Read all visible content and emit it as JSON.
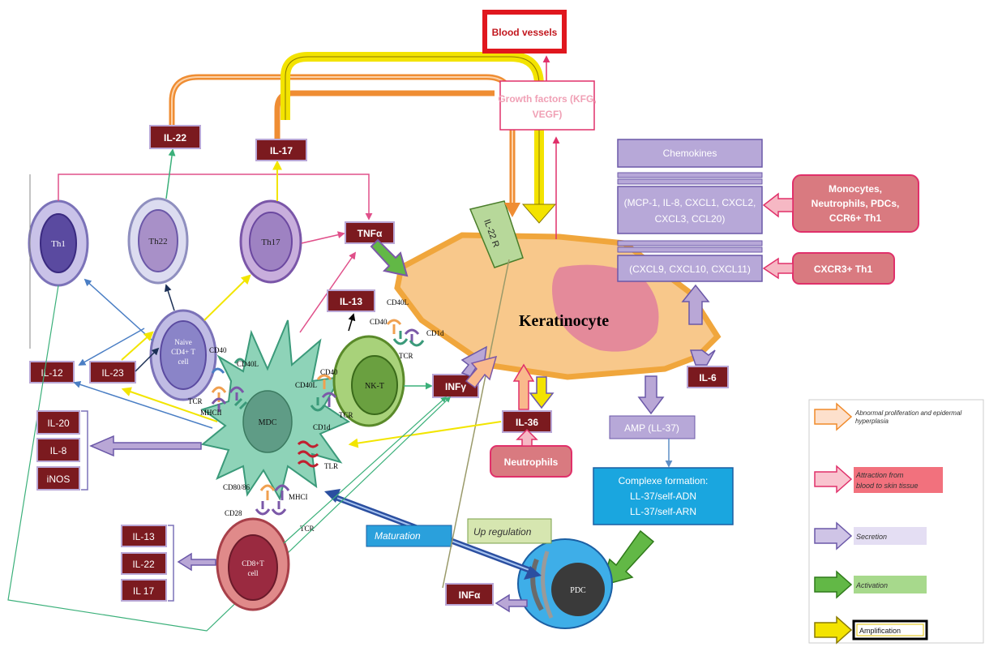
{
  "cells": {
    "th1": "Th1",
    "th22": "Th22",
    "th17": "Th17",
    "naive_line1": "Naive",
    "naive_line2": "CD4+ T",
    "naive_line3": "cell",
    "mdc": "MDC",
    "nkt": "NK-T",
    "cd8_line1": "CD8+T",
    "cd8_line2": "cell",
    "pdc": "PDC",
    "keratinocyte": "Keratinocyte"
  },
  "cytokines": {
    "il22_top": "IL-22",
    "il17_top": "IL-17",
    "tnfa": "TNFα",
    "il13_nkt": "IL-13",
    "il12": "IL-12",
    "il23": "IL-23",
    "infg": "INFγ",
    "il36": "IL-36",
    "il6": "IL-6",
    "il20": "IL-20",
    "il8": "IL-8",
    "inos": "iNOS",
    "il13_cd8": "IL-13",
    "il22_cd8": "IL-22",
    "il17_cd8": "IL 17",
    "infa": "INFα"
  },
  "receptors": {
    "il22r": "IL-22 R",
    "cd40_naive": "CD40",
    "cd40l_mdc": "CD40L",
    "tcr_naive": "TCR",
    "mhcii": "MHCII",
    "cd40l_nkt": "CD40L",
    "cd40_nkt": "CD40",
    "cd1d_nkt": "CD1d",
    "tcr_nkt": "TCR",
    "cd40_mdc": "CD40",
    "cd40l_mdc2": "CD40L",
    "tcr_mdc": "TCR",
    "cd1d_mdc": "CD1d",
    "tlr": "TLR",
    "cd80_86": "CD80/86",
    "mhci": "MHCI",
    "cd28": "CD28",
    "tcr_cd8": "TCR"
  },
  "boxes": {
    "blood_vessels": "Blood vessels",
    "growth_factors_1": "Growth factors (KFG,",
    "growth_factors_2": "VEGF)",
    "chemokines": "Chemokines",
    "chemo_list_1": "(MCP-1, IL-8, CXCL1, CXCL2,",
    "chemo_list_2": "CXCL3, CCL20)",
    "chemo_list_3": "(CXCL9, CXCL10, CXCL11)",
    "monocytes_1": "Monocytes,",
    "monocytes_2": "Neutrophils, PDCs,",
    "monocytes_3": "CCR6+ Th1",
    "cxcr3": "CXCR3+ Th1",
    "neutrophils": "Neutrophils",
    "amp": "AMP (LL-37)",
    "complexe_1": "Complexe formation:",
    "complexe_2": "LL-37/self-ADN",
    "complexe_3": "LL-37/self-ARN",
    "maturation": "Maturation",
    "up_regulation": "Up regulation"
  },
  "legend": {
    "abnormal_1": "Abnormal proliferation and epidermal",
    "abnormal_2": "hyperplasia",
    "attraction_1": "Attraction from",
    "attraction_2": "blood to skin tissue",
    "secretion": "Secretion",
    "activation": "Activation",
    "amplification": "Amplification"
  },
  "colors": {
    "cytokine_fill": "#7b1a1f",
    "orange_arrow": "#f08a2a",
    "yellow_arrow": "#ffe600",
    "green_arrow": "#62b846",
    "purple_arrow": "#b9a7d6",
    "pink_arrow": "#e8738c",
    "keratinocyte": "#f8c88b"
  }
}
